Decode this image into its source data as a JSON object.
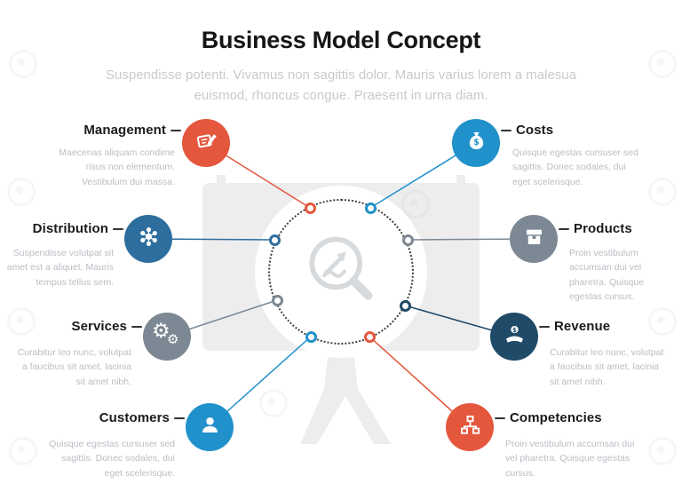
{
  "header": {
    "title": "Business Model Concept",
    "subtitle": "Suspendisse potenti. Vivamus non sagittis dolor. Mauris varius lorem a malesua euismod, rhoncus congue. Praesent in urna diam."
  },
  "colors": {
    "orange": "#E4573D",
    "bright_blue": "#2191CB",
    "steel_blue": "#2E6E9E",
    "gray": "#7C8893",
    "navy": "#1F4A68",
    "title_text": "#161616",
    "subtitle_text": "#C7CBCE",
    "description_text": "#B9BEC4",
    "board_watermark_shape": "#EDEDEE",
    "center_icon_gray": "#D7DADD"
  },
  "center": {
    "icon": "magnifier-chart-icon"
  },
  "nodes": [
    {
      "id": "management",
      "label": "Management",
      "icon": "pen-ticket-icon",
      "color": "#E4573D",
      "description": "Maecenas aliquam condime risus non elementum. Vestibulum dui massa."
    },
    {
      "id": "costs",
      "label": "Costs",
      "icon": "money-bag-icon",
      "color": "#2191CB",
      "description": "Quisque egestas cursuser sed sagittis. Donec sodales, dui eget scelerisque."
    },
    {
      "id": "distribution",
      "label": "Distribution",
      "icon": "molecule-icon",
      "color": "#2E6E9E",
      "description": "Suspendisse volutpat sit amet est a aliquet. Mauris tempus tellus sem."
    },
    {
      "id": "products",
      "label": "Products",
      "icon": "box-icon",
      "color": "#7C8893",
      "description": "Proin vestibulum accumsan dui vel pharetra. Quisque egestas cursus."
    },
    {
      "id": "services",
      "label": "Services",
      "icon": "gears-icon",
      "color": "#7C8893",
      "description": "Curabitur leo nunc, volutpat a faucibus sit amet, lacinia sit amet nibh."
    },
    {
      "id": "revenue",
      "label": "Revenue",
      "icon": "hand-money-icon",
      "color": "#1F4A68",
      "description": "Curabitur leo nunc, volutpat a faucibus sit amet, lacinia sit amet nibh."
    },
    {
      "id": "customers",
      "label": "Customers",
      "icon": "person-icon",
      "color": "#2191CB",
      "description": "Quisque egestas cursuser sed sagittis. Donec sodales, dui eget scelerisque."
    },
    {
      "id": "competencies",
      "label": "Competencies",
      "icon": "org-chart-icon",
      "color": "#E4573D",
      "description": "Proin vestibulum accumsan dui vel pharetra. Quisque egestas cursus."
    }
  ]
}
